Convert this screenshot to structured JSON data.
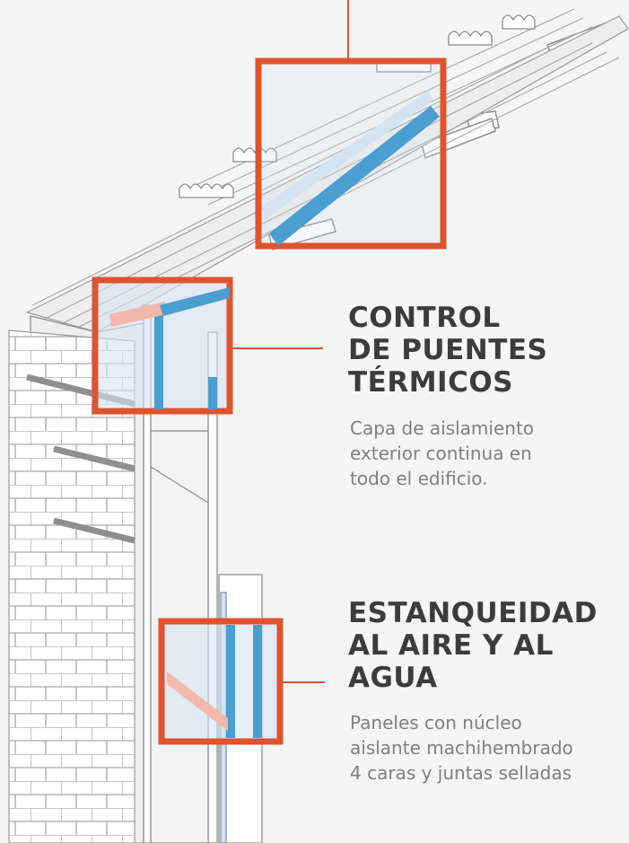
{
  "colors": {
    "accent": "#e0532f",
    "heading": "#3c3c3c",
    "body_text": "#7f7f7f",
    "insulation_blue": "#4a9ed0",
    "insulation_light": "#d5e3f1",
    "membrane_pink": "#f2b8ac",
    "structure_line": "#9a9a9a",
    "background": "#f5f5f5"
  },
  "callouts": [
    {
      "id": "thermal-bridges",
      "heading_lines": [
        "CONTROL",
        "DE PUENTES",
        "TÉRMICOS"
      ],
      "body_lines": [
        "Capa de aislamiento",
        "exterior continua en",
        "todo el edificio."
      ]
    },
    {
      "id": "air-water-tightness",
      "heading_lines": [
        "ESTANQUEIDAD",
        "AL AIRE Y AL",
        "AGUA"
      ],
      "body_lines": [
        "Paneles con núcleo",
        "aislante machihembrado",
        "4 caras y juntas selladas"
      ]
    }
  ]
}
